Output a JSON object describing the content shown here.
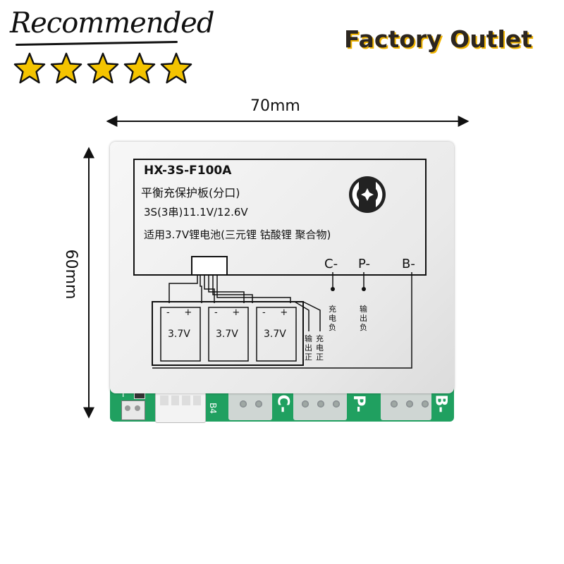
{
  "badge": {
    "text": "Recommended",
    "star_count": 5,
    "star_color": "#f4c400"
  },
  "brand": {
    "text": "Factory Outlet",
    "accent": "#f0b400"
  },
  "dimensions": {
    "width": "70mm",
    "height": "60mm"
  },
  "label": {
    "model": "HX-3S-F100A",
    "line1": "平衡充保护板(分口)",
    "line2": "3S(3串)11.1V/12.6V",
    "line3": "适用3.7V锂电池(三元锂 钴酸锂 聚合物)",
    "terminals": [
      "C-",
      "P-",
      "B-"
    ],
    "cells": [
      "3.7V",
      "3.7V",
      "3.7V"
    ],
    "wire_labels": {
      "output_pos": "输出正",
      "charge_pos": "充电正",
      "charge_neg": "充电负",
      "output_neg": "输出负"
    }
  },
  "pcb": {
    "t_label": "T",
    "b4_label": "B4",
    "pads": [
      "C-",
      "P-",
      "B-"
    ],
    "color": "#20a060"
  }
}
